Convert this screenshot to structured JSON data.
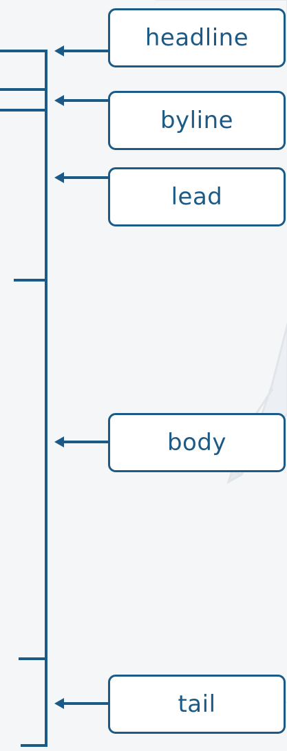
{
  "colors": {
    "line": "#1b5a86",
    "box_border": "#1b5a86",
    "box_fill": "#ffffff",
    "text": "#1b5a86",
    "background": "#f4f6f8",
    "watermark": "#e4e8ec"
  },
  "labels": {
    "headline": "headline",
    "byline": "byline",
    "lead": "lead",
    "body": "body",
    "tail": "tail"
  },
  "icons": {
    "arrow": "arrow-left-icon",
    "watermark": "pen-icon"
  }
}
